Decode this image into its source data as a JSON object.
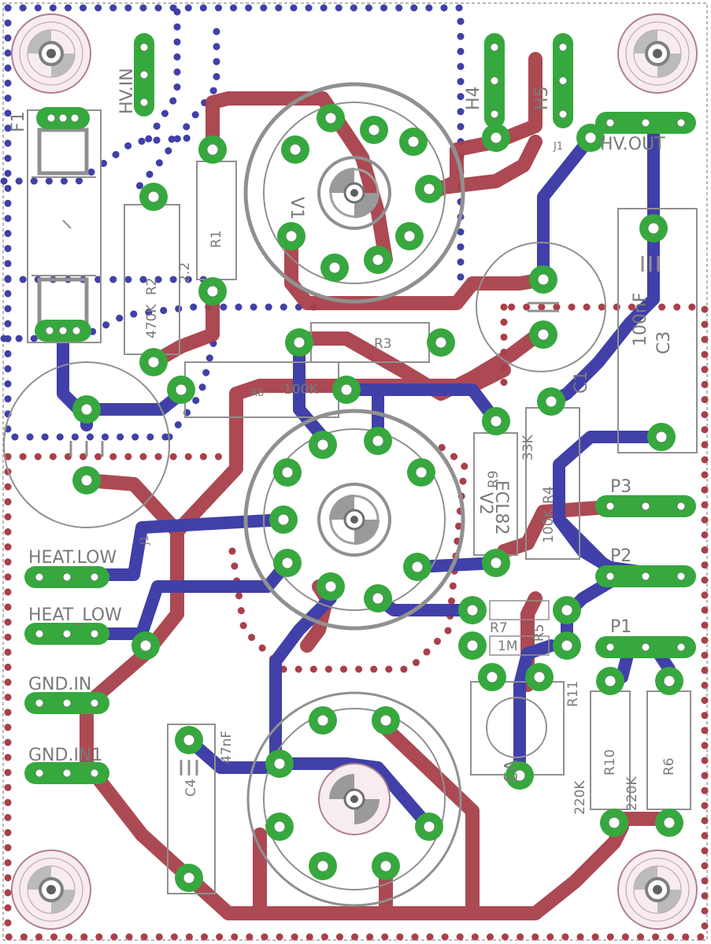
{
  "colors": {
    "top_copper": "#4040a8",
    "bottom_copper": "#a8404a",
    "pad": "#36a83e",
    "silk": "#909090",
    "board_outline": "#707070",
    "hole_ring": "#b08090"
  },
  "labels": {
    "hv_in": "HV.IN",
    "hv_out": "HV.OUT",
    "f1": "F1",
    "h4": "H4",
    "h5": "H5",
    "j1": "J1",
    "r1": "R1",
    "r2": "R2",
    "r2_value": "470K",
    "r3": "R3",
    "r3_value": "100K",
    "r4": "R4",
    "r4_value": "100K",
    "r5": "R5",
    "r6": "R6",
    "r7": "R7",
    "r7_value": "1M",
    "r8": "R8",
    "r9": "R9",
    "r9_value": "33K",
    "r10": "R10",
    "r10_value": "220K",
    "r6_value": "220K",
    "r11": "R11",
    "r2_22": "2.2",
    "c3": "C3",
    "c3_value": "100nF",
    "c4": "C4",
    "c4_value": "47nF",
    "v1": "V1",
    "v2": "V2",
    "v3": "V3",
    "v2_type": "ECL82",
    "c1": "C1",
    "p1": "P1",
    "p2": "P2",
    "p3": "P3",
    "heat_low_1": "HEAT.LOW",
    "heat_low_2": "HEAT_LOW",
    "gnd_in": "GND.IN",
    "gnd_in1": "GND.IN1",
    "j1_short": "J1"
  }
}
